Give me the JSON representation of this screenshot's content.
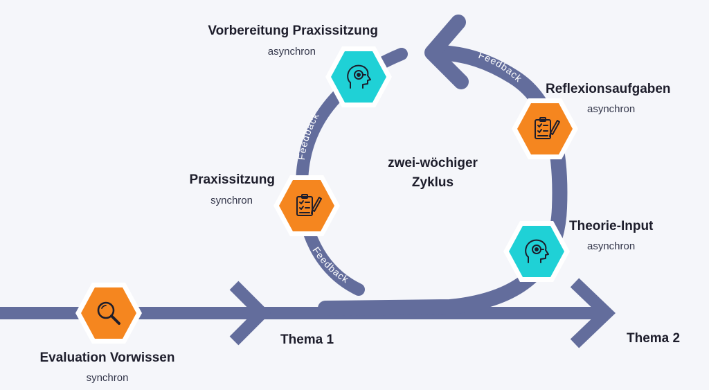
{
  "colors": {
    "background": "#f5f6fa",
    "track": "#636d9c",
    "orange": "#f5861f",
    "cyan": "#1fd1d6",
    "hex_halo": "#ffffff"
  },
  "center_label": [
    "zwei-wöchiger",
    "Zyklus"
  ],
  "timeline": {
    "topic1": "Thema 1",
    "topic2": "Thema 2"
  },
  "feedback_label": "Feedback",
  "nodes": [
    {
      "id": "evaluation",
      "title": "Evaluation Vorwissen",
      "mode": "synchron",
      "color": "orange",
      "icon": "magnifier-icon"
    },
    {
      "id": "praxissitzung",
      "title": "Praxissitzung",
      "mode": "synchron",
      "color": "orange",
      "icon": "checklist-icon"
    },
    {
      "id": "vorbereitung",
      "title": "Vorbereitung Praxissitzung",
      "mode": "asynchron",
      "color": "cyan",
      "icon": "head-target-icon"
    },
    {
      "id": "reflexion",
      "title": "Reflexionsaufgaben",
      "mode": "asynchron",
      "color": "orange",
      "icon": "checklist-icon"
    },
    {
      "id": "theorie",
      "title": "Theorie-Input",
      "mode": "asynchron",
      "color": "cyan",
      "icon": "head-target-icon"
    }
  ]
}
